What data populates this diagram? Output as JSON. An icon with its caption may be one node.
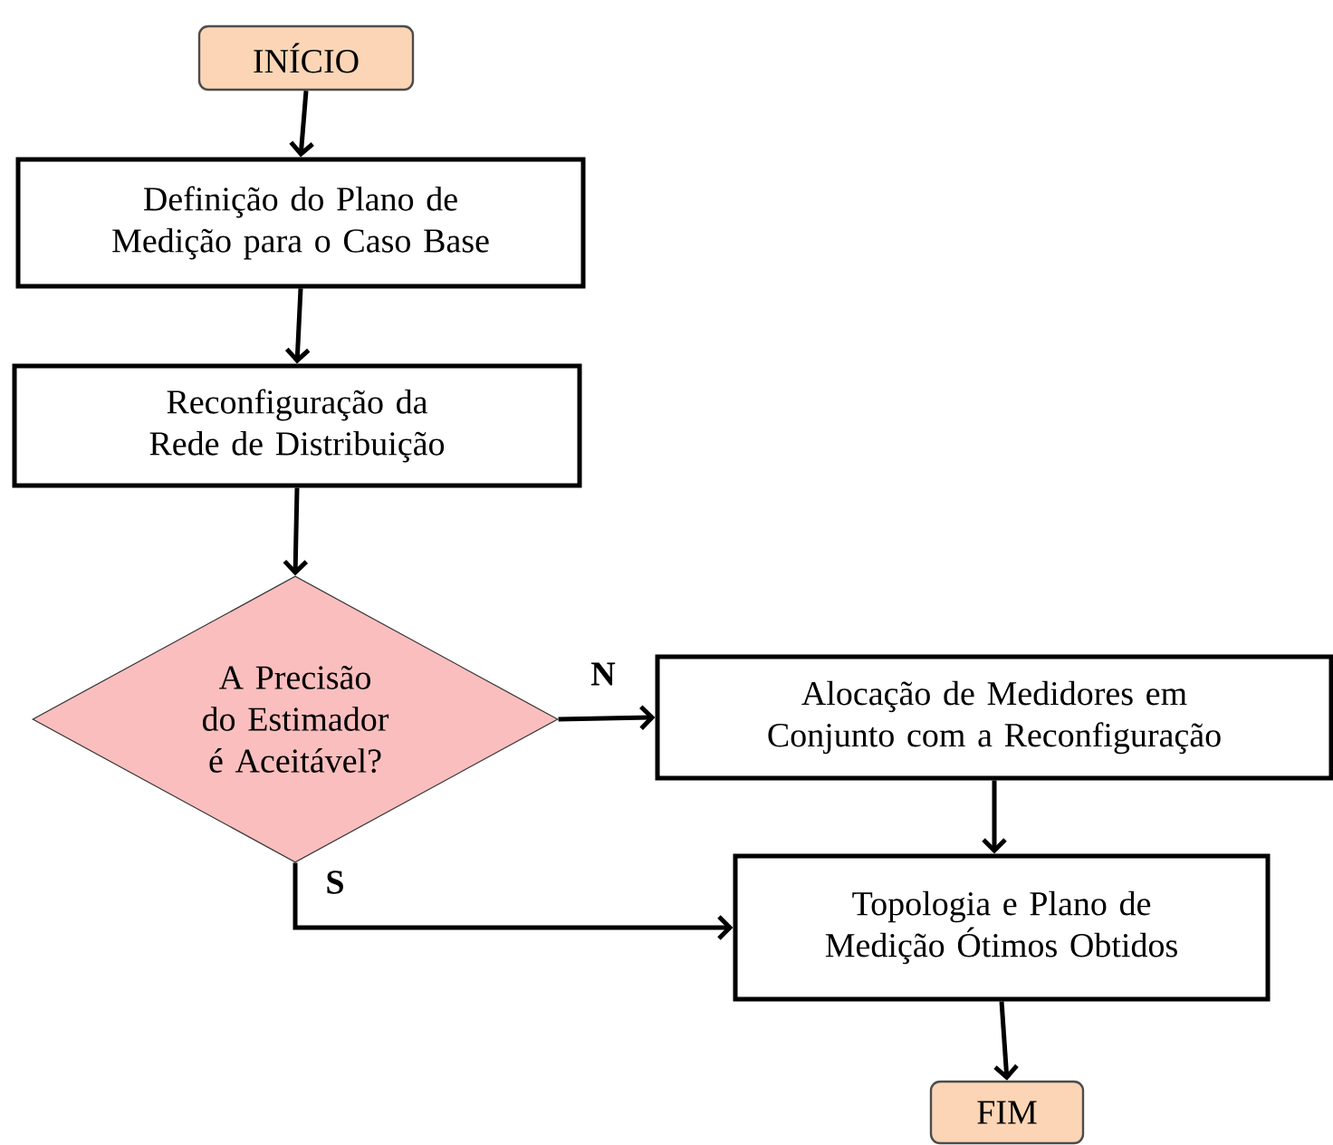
{
  "diagram": {
    "nodes": [
      {
        "text": [
          "INÍCIO"
        ]
      },
      {
        "text": [
          "Definição do Plano de Medição para o Caso Base"
        ]
      },
      {
        "text": [
          "Reconfiguração da Rede de Distribuição"
        ]
      },
      {
        "text": [
          "A Precisão do Estimador é Aceitável?"
        ]
      },
      {
        "text": [
          "Alocação de Medidores em Conjunto com a Reconfiguração"
        ]
      },
      {
        "text": [
          "Topologia e Plano de Medição Ótimos Obtidos"
        ]
      },
      {
        "text": [
          "FIM"
        ]
      }
    ],
    "edges": [
      {
        "from": 0,
        "to": 1,
        "arrow": "to"
      },
      {
        "from": 1,
        "to": 2,
        "arrow": "to"
      },
      {
        "from": 2,
        "to": 3,
        "arrow": "to"
      },
      {
        "from": 3,
        "to": 4,
        "arrow": "to",
        "label": "N"
      },
      {
        "from": 3,
        "to": 5,
        "arrow": "to",
        "label": "S"
      },
      {
        "from": 4,
        "to": 5,
        "arrow": "to"
      },
      {
        "from": 5,
        "to": 6,
        "arrow": "to"
      }
    ]
  }
}
